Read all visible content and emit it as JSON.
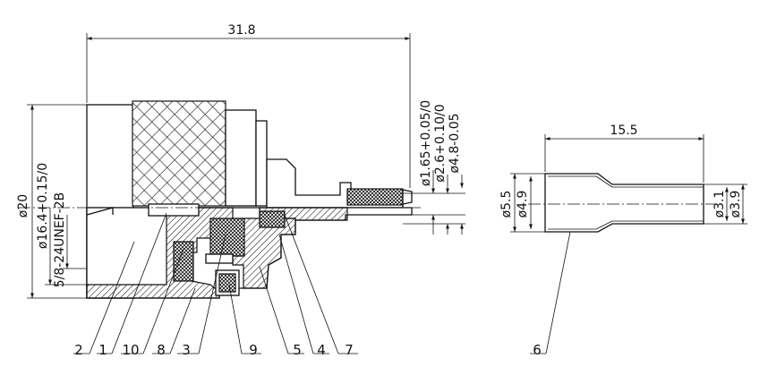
{
  "dimensions": {
    "overall_length": "31.8",
    "diameter_20": "ø20",
    "diameter_16_4": "ø16.4+0.15/0",
    "thread": "5/8-24UNEF-2B",
    "pin_1_65": "ø1.65+0.05/0",
    "pin_2_6": "ø2.6+0.10/0",
    "pin_4_8": "ø4.8-0.05",
    "ferrule_length": "15.5",
    "ferrule_5_5": "ø5.5",
    "ferrule_4_9": "ø4.9",
    "ferrule_3_1": "ø3.1",
    "ferrule_3_9": "ø3.9"
  },
  "part_labels": [
    "2",
    "1",
    "10",
    "8",
    "3",
    "9",
    "5",
    "4",
    "7",
    "6"
  ]
}
